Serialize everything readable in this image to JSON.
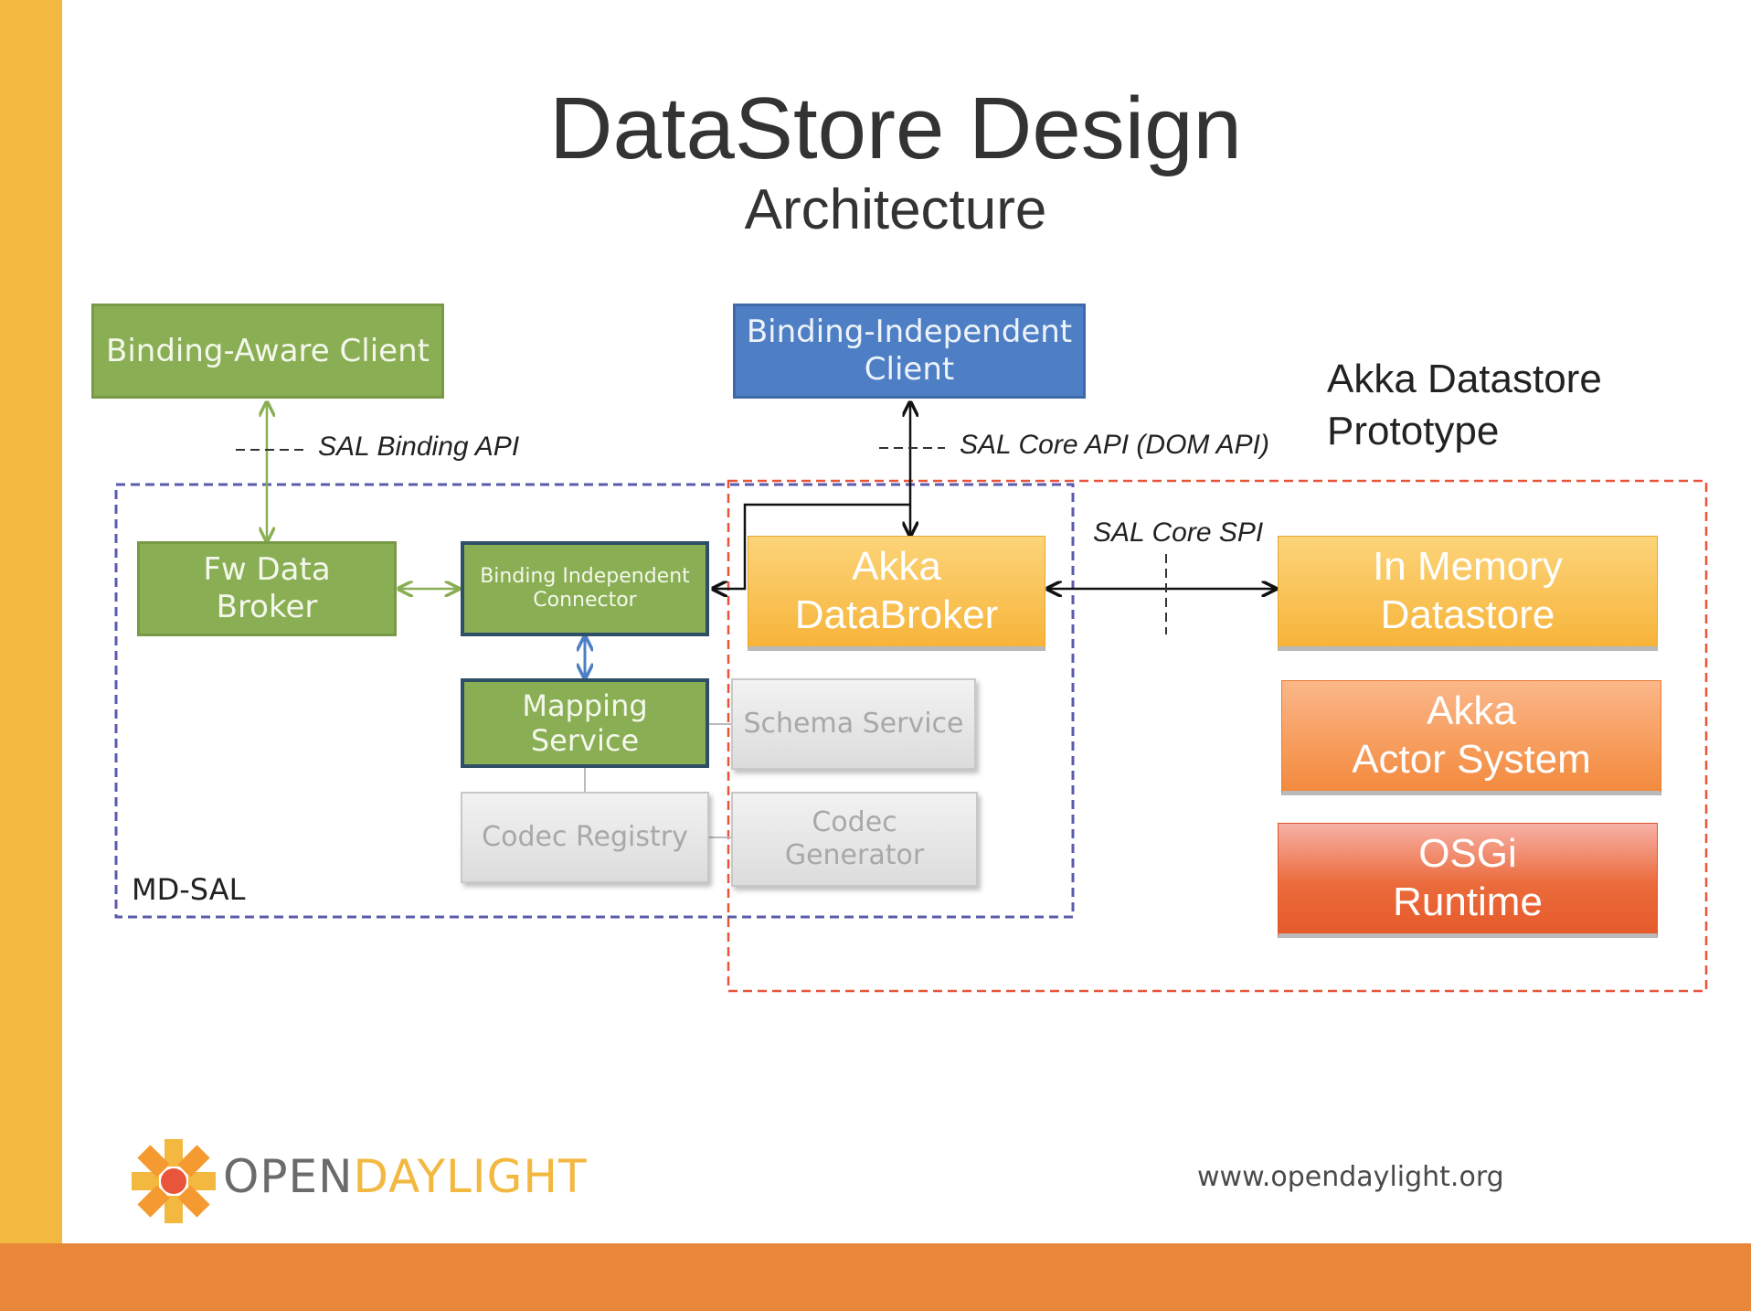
{
  "slide": {
    "title": "DataStore Design",
    "subtitle": "Architecture"
  },
  "boxes": {
    "binding_aware_client": "Binding-Aware Client",
    "binding_independent_client": "Binding-Independent\nClient",
    "fw_data_broker": "Fw Data\nBroker",
    "binding_independent_connector": "Binding Independent\nConnector",
    "mapping_service": "Mapping\nService",
    "schema_service": "Schema Service",
    "codec_registry": "Codec Registry",
    "codec_generator": "Codec\nGenerator",
    "akka_databroker": "Akka\nDataBroker",
    "in_memory_datastore": "In Memory\nDatastore",
    "akka_actor_system": "Akka\nActor System",
    "osgi_runtime": "OSGi\nRuntime"
  },
  "labels": {
    "sal_binding_api": "SAL Binding API",
    "sal_core_api": "SAL Core API (DOM API)",
    "sal_core_spi": "SAL Core SPI",
    "md_sal": "MD-SAL",
    "akka_prototype": "Akka Datastore\nPrototype"
  },
  "footer": {
    "logo_open": "OPEN",
    "logo_daylight": "DAYLIGHT",
    "url": "www.opendaylight.org"
  },
  "colors": {
    "green": "#8aae54",
    "blue": "#4e7fc4",
    "md_sal_border": "#5b5bab",
    "prototype_border": "#e8553a",
    "left_bar": "#f2b840",
    "bottom_bar": "#e8873a"
  }
}
